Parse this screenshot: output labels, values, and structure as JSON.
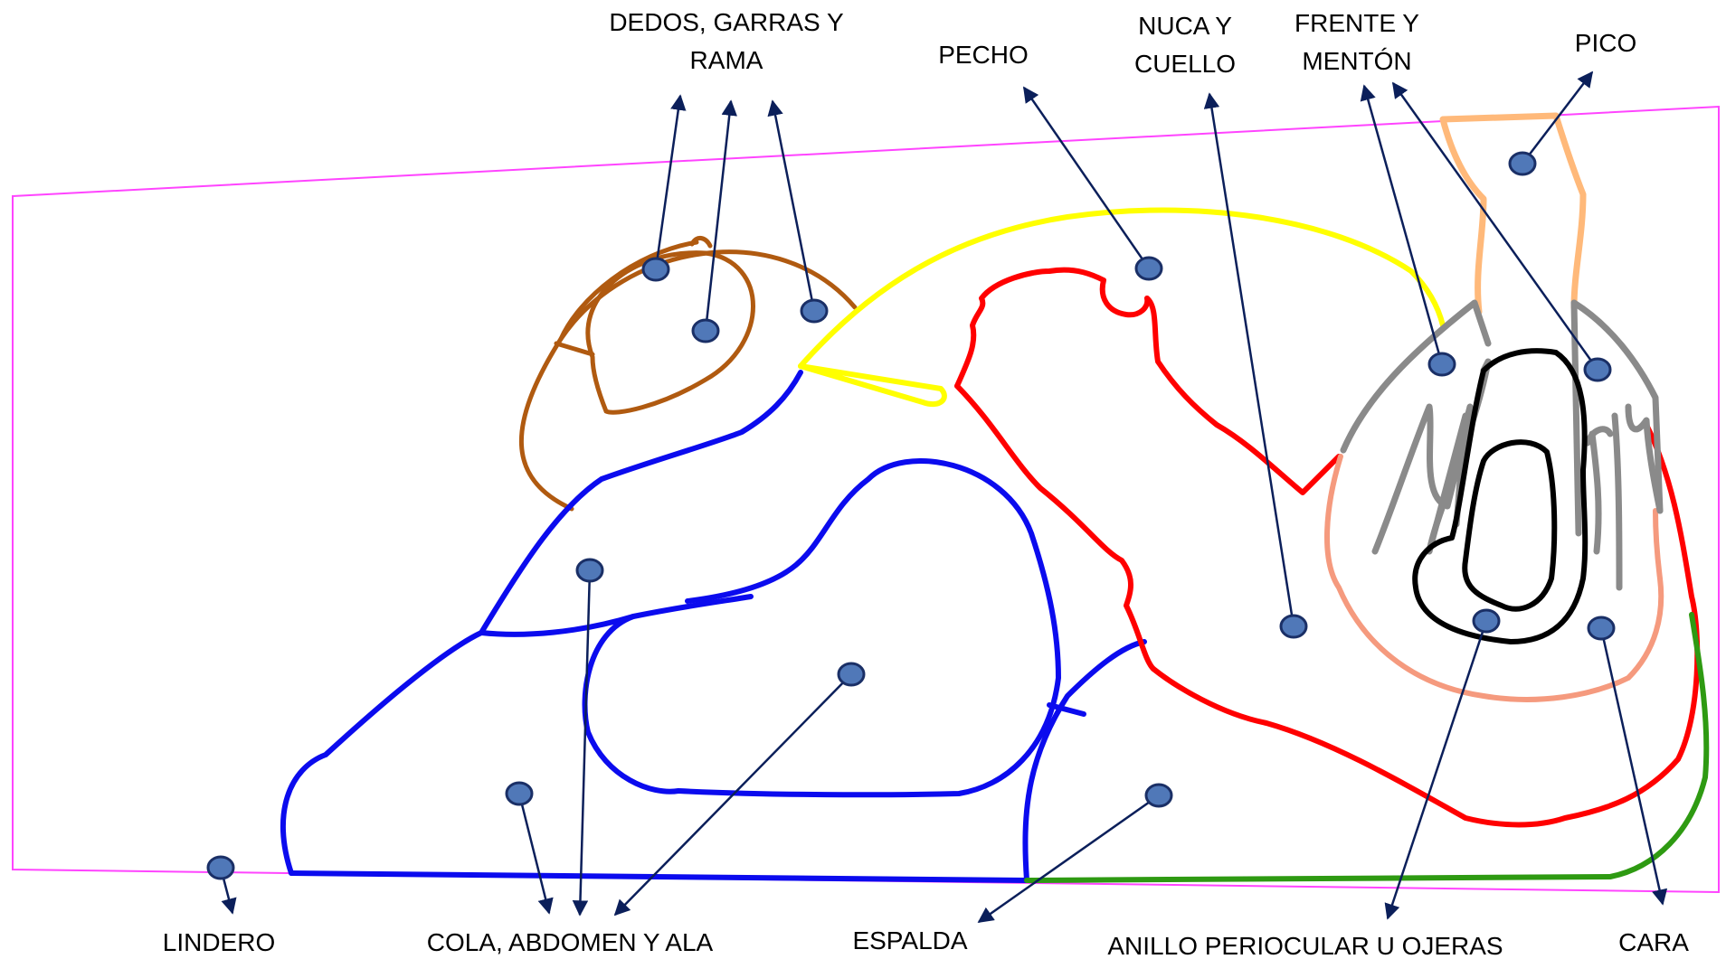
{
  "labels": {
    "dedos_line1": "DEDOS, GARRAS Y",
    "dedos_line2": "RAMA",
    "pecho": "PECHO",
    "nuca_line1": "NUCA Y",
    "nuca_line2": "CUELLO",
    "frente_line1": "FRENTE Y",
    "frente_line2": "MENTÓN",
    "pico": "PICO",
    "lindero": "LINDERO",
    "cola": "COLA, ABDOMEN Y ALA",
    "espalda": "ESPALDA",
    "anillo": "ANILLO PERIOCULAR U OJERAS",
    "cara": "CARA"
  },
  "colors": {
    "frame": "#ff44ff",
    "feet": "#b05a10",
    "body": "#0b0bee",
    "chest": "#ffff00",
    "nape": "#ff0000",
    "face": "#f59a7e",
    "beak": "#ffb97a",
    "feathers": "#8a8a8a",
    "eye": "#000000",
    "ground": "#2e9a12",
    "dot_fill": "#5078b8",
    "dot_stroke": "#1a2f66",
    "arrow": "#0b1f5a"
  }
}
